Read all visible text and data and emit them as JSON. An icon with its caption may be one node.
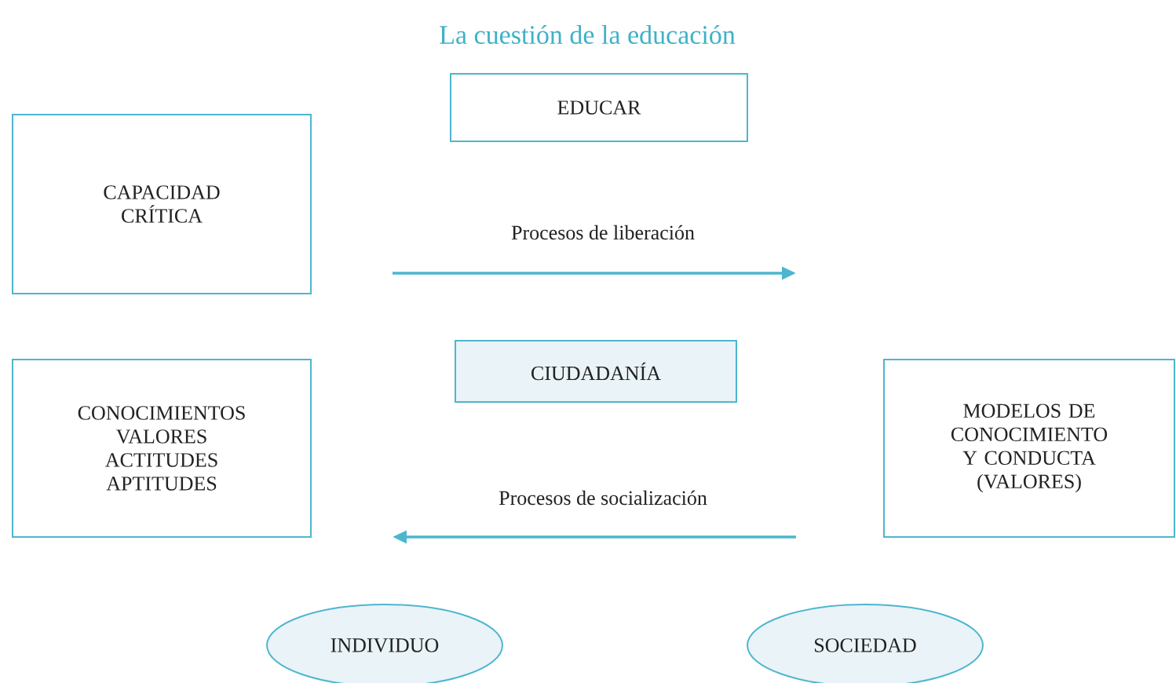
{
  "diagram": {
    "title": "La cuestión de la educación",
    "nodes": [
      {
        "text": [
          "EDUCAR"
        ]
      },
      {
        "text": [
          "CAPACIDAD CRÍTICA"
        ]
      },
      {
        "text": [
          "CIUDADANÍA"
        ]
      },
      {
        "text": [
          "CONOCIMIENTOS",
          "VALORES",
          "ACTITUDES",
          "APTITUDES"
        ]
      },
      {
        "text": [
          "MODELOS DE CONOCIMIENTO Y CONDUCTA (VALORES)"
        ]
      },
      {
        "text": [
          "INDIVIDUO"
        ]
      },
      {
        "text": [
          "SOCIEDAD"
        ]
      }
    ],
    "labels": [
      "Procesos de liberación",
      "Procesos de socialización"
    ]
  }
}
